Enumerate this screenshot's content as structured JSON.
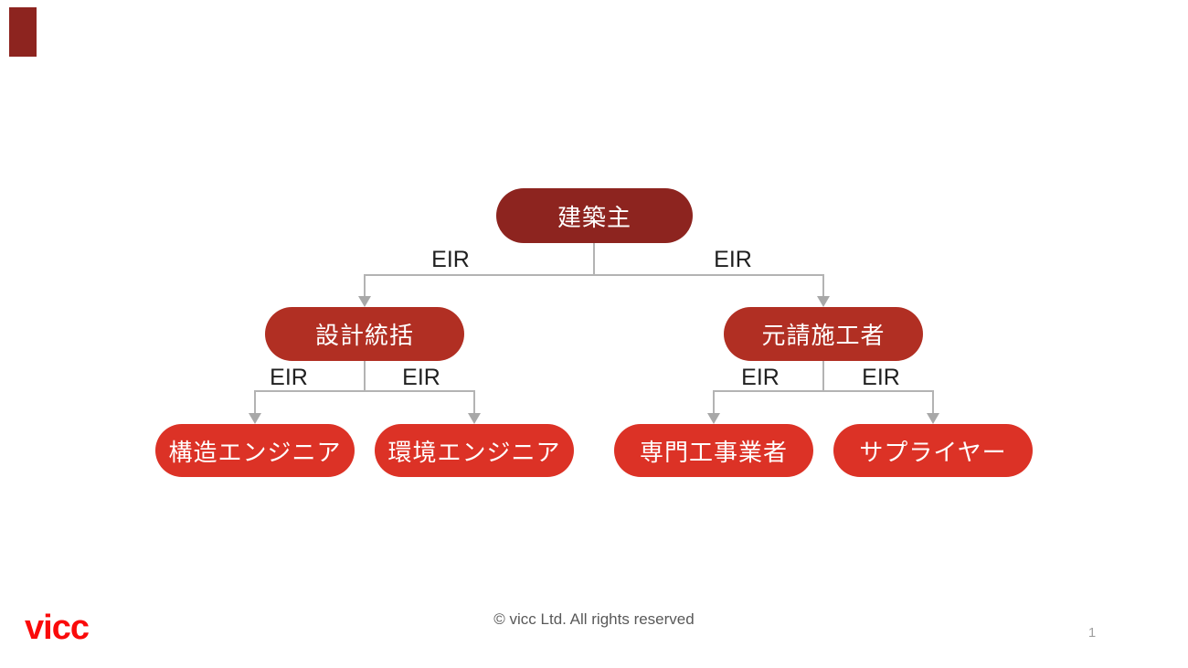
{
  "slide": {
    "footer_text": "© vicc Ltd. All rights reserved",
    "page_number": "1",
    "logo_text": "vicc"
  },
  "colors": {
    "node_level1": "#8d241f",
    "node_level2": "#b12f23",
    "node_level3": "#dc3226",
    "connector_line": "#b3b3b3",
    "connector_arrow": "#a8a8a8",
    "edge_label_text": "#202020",
    "logo_red": "#fa0a0a",
    "footer_text": "#595959"
  },
  "org_chart": {
    "root": {
      "label": "建築主"
    },
    "level2": [
      {
        "label": "設計統括"
      },
      {
        "label": "元請施工者"
      }
    ],
    "level3": [
      {
        "label": "構造エンジニア"
      },
      {
        "label": "環境エンジニア"
      },
      {
        "label": "専門工事業者"
      },
      {
        "label": "サプライヤー"
      }
    ],
    "edge_labels": [
      {
        "text": "EIR"
      },
      {
        "text": "EIR"
      },
      {
        "text": "EIR"
      },
      {
        "text": "EIR"
      },
      {
        "text": "EIR"
      },
      {
        "text": "EIR"
      }
    ]
  }
}
